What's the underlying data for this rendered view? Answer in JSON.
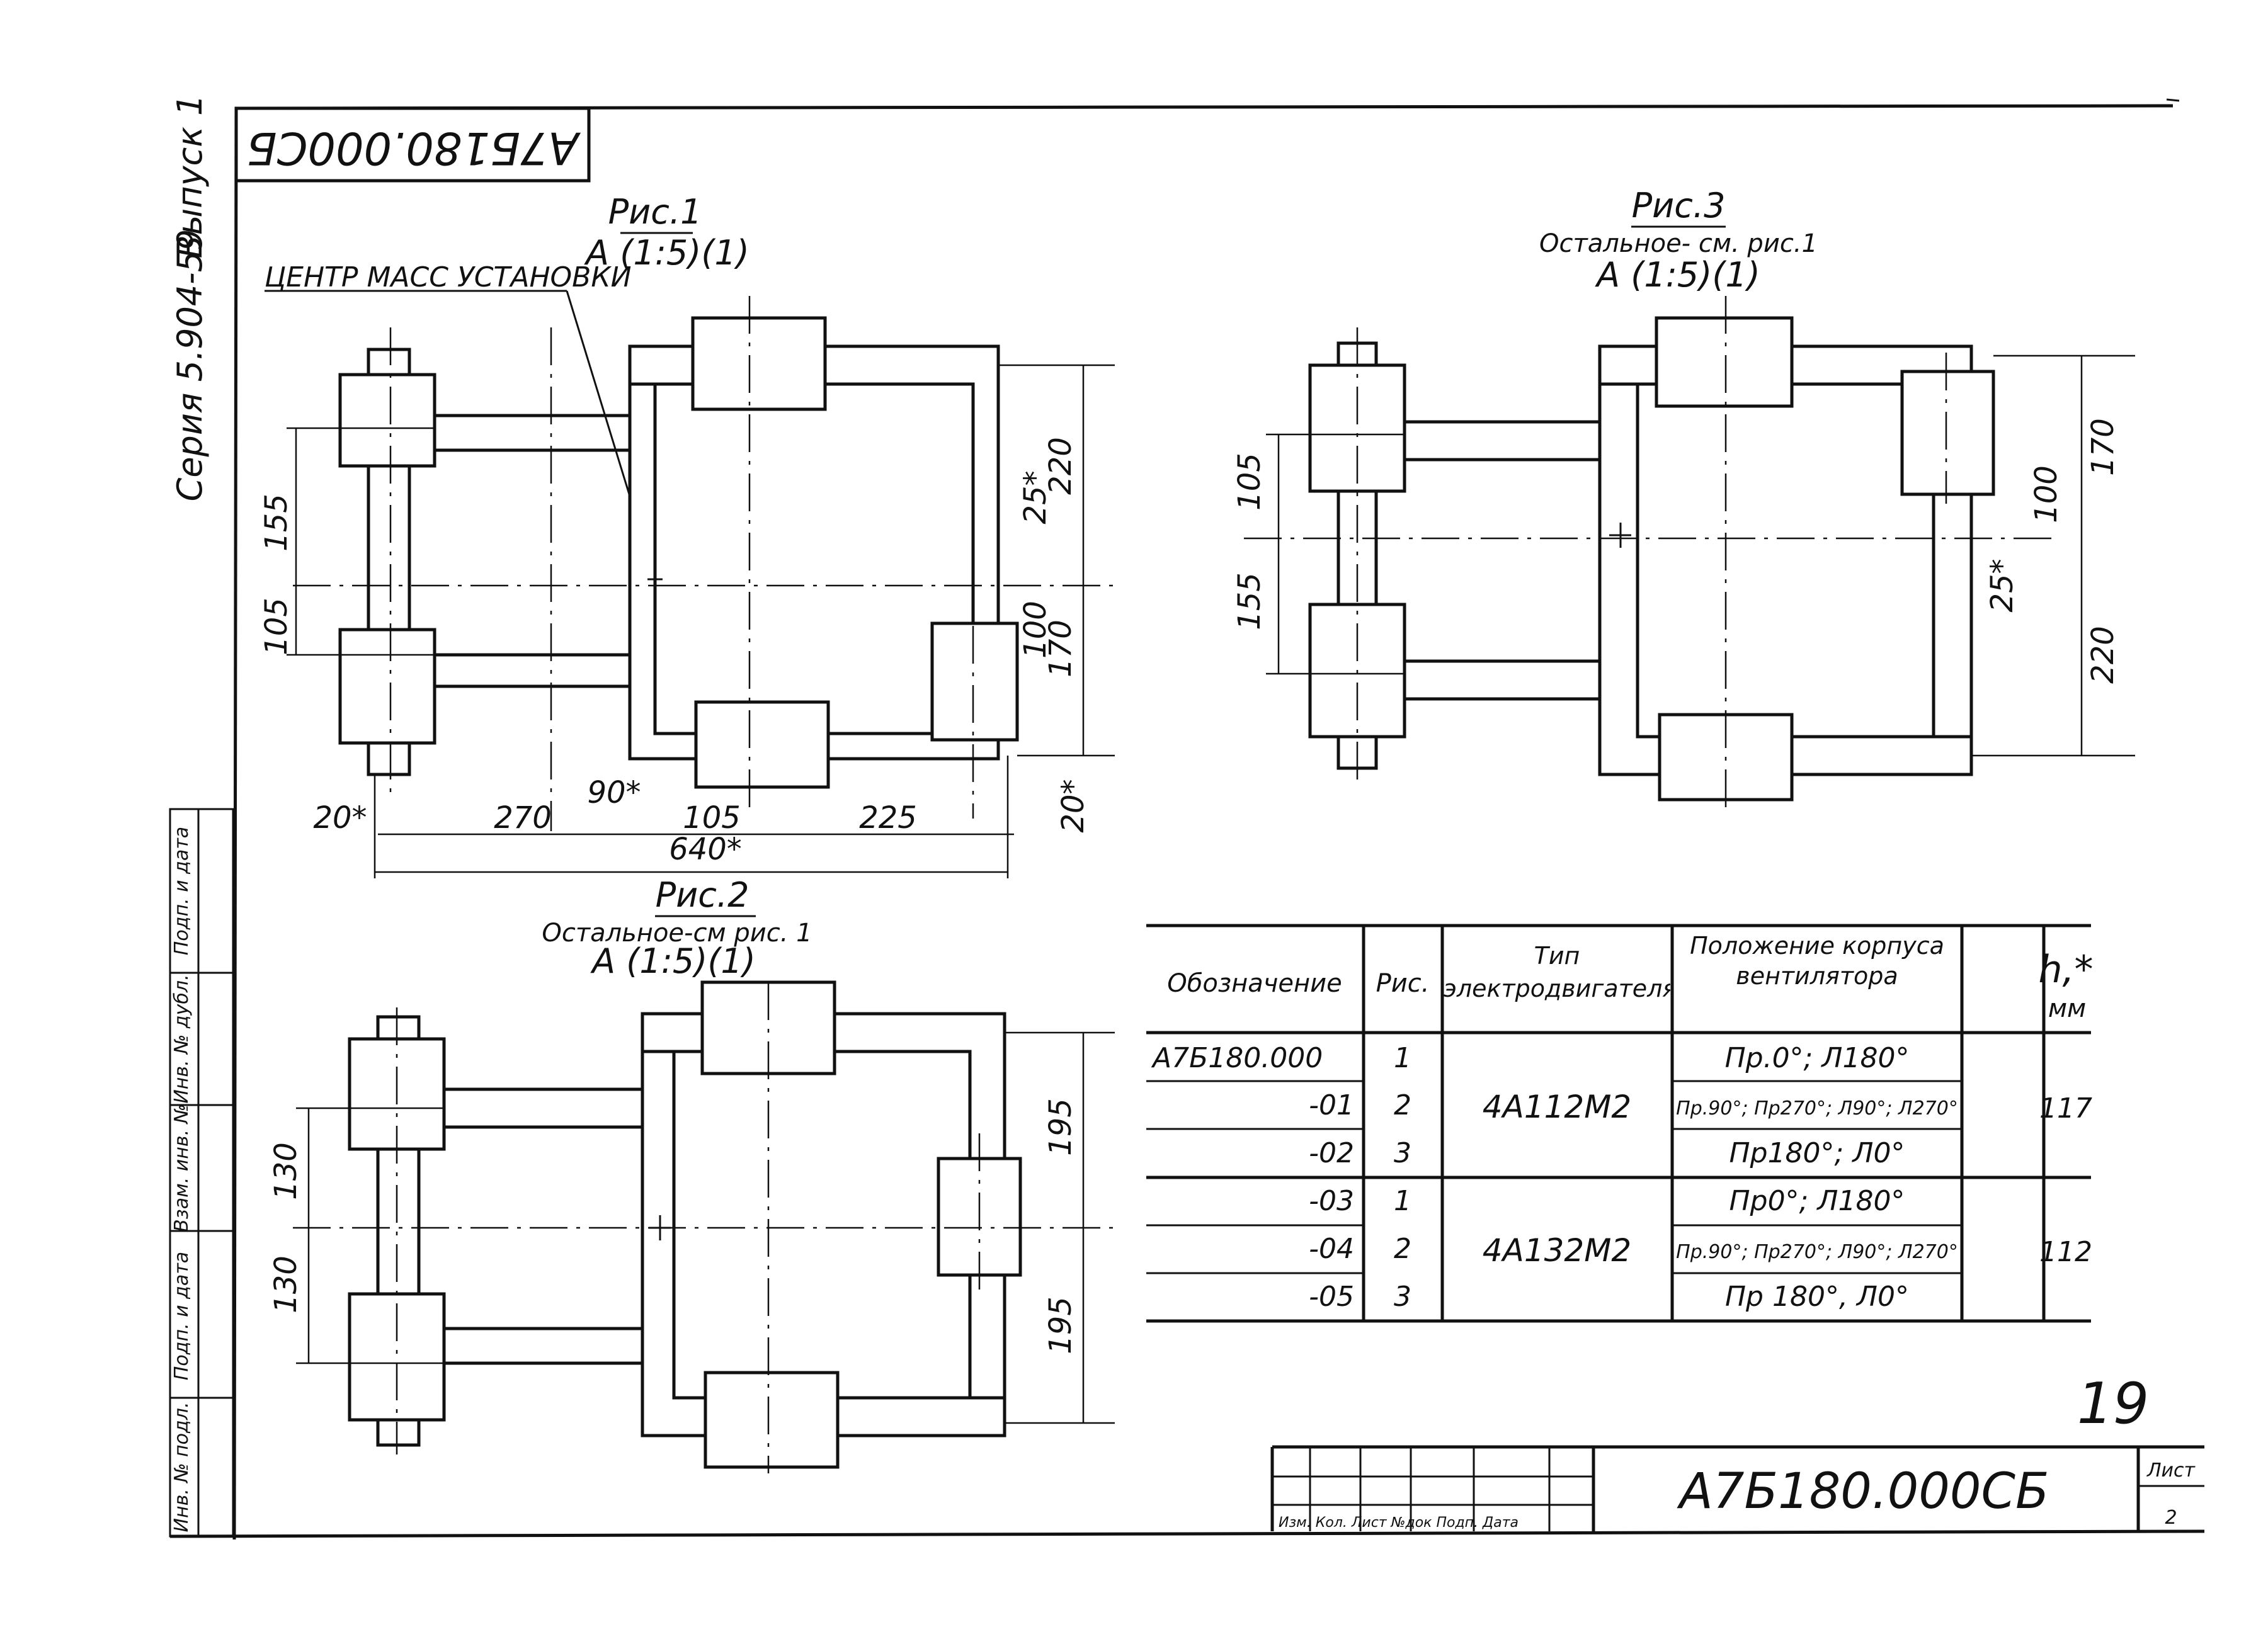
{
  "sheet": {
    "stamp_code": "А7Б180.000СБ",
    "series_line": "Серия 5.904-59",
    "issue": "Выпуск 1",
    "page_number": "19",
    "title_block_code": "А7Б180.000СБ",
    "sheet_label": "Лист",
    "sheet_no": "2",
    "title_block_cols": "Изм. Кол. Лист №док Подп. Дата",
    "side_stamp": [
      "Инв. № подл.",
      "Подп. и дата",
      "Взам. инв. №",
      "Инв. № дубл.",
      "Подп. и дата"
    ]
  },
  "fig1": {
    "title": "Рис.1",
    "view": "А (1:5)(1)",
    "callout": "ЦЕНТР МАСС УСТАНОВКИ",
    "dims": {
      "d155": "155",
      "d105": "105",
      "d25": "25*",
      "d220": "220",
      "d100": "100",
      "d170": "170",
      "d20l": "20*",
      "d270": "270",
      "d90": "90*",
      "d105b": "105",
      "d225": "225",
      "d640": "640*",
      "d20r": "20*"
    }
  },
  "fig2": {
    "title": "Рис.2",
    "note": "Остальное-см рис. 1",
    "view": "А (1:5)(1)",
    "dims": {
      "d130a": "130",
      "d130b": "130",
      "d195a": "195",
      "d195b": "195"
    }
  },
  "fig3": {
    "title": "Рис.3",
    "note": "Остальное- см. рис.1",
    "view": "А (1:5)(1)",
    "dims": {
      "d105": "105",
      "d155": "155",
      "d170": "170",
      "d100": "100",
      "d25": "25*",
      "d220": "220"
    }
  },
  "table": {
    "headers": {
      "designation": "Обозначение",
      "fig": "Рис.",
      "motor": "Тип электродвигателя",
      "position": "Положение корпуса вентилятора",
      "h": "h,*",
      "h_unit": "мм"
    },
    "rows": [
      {
        "designation": "А7Б180.000",
        "fig": "1",
        "position": "Пр.0°; Л180°"
      },
      {
        "designation": "-01",
        "fig": "2",
        "position": "Пр.90°; Пр270°; Л90°; Л270°"
      },
      {
        "designation": "-02",
        "fig": "3",
        "position": "Пр180°; Л0°"
      },
      {
        "designation": "-03",
        "fig": "1",
        "position": "Пр0°; Л180°"
      },
      {
        "designation": "-04",
        "fig": "2",
        "position": "Пр.90°; Пр270°; Л90°; Л270°"
      },
      {
        "designation": "-05",
        "fig": "3",
        "position": "Пр 180°, Л0°"
      }
    ],
    "groups": [
      {
        "motor": "4А112М2",
        "h": "117"
      },
      {
        "motor": "4А132М2",
        "h": "112"
      }
    ]
  }
}
